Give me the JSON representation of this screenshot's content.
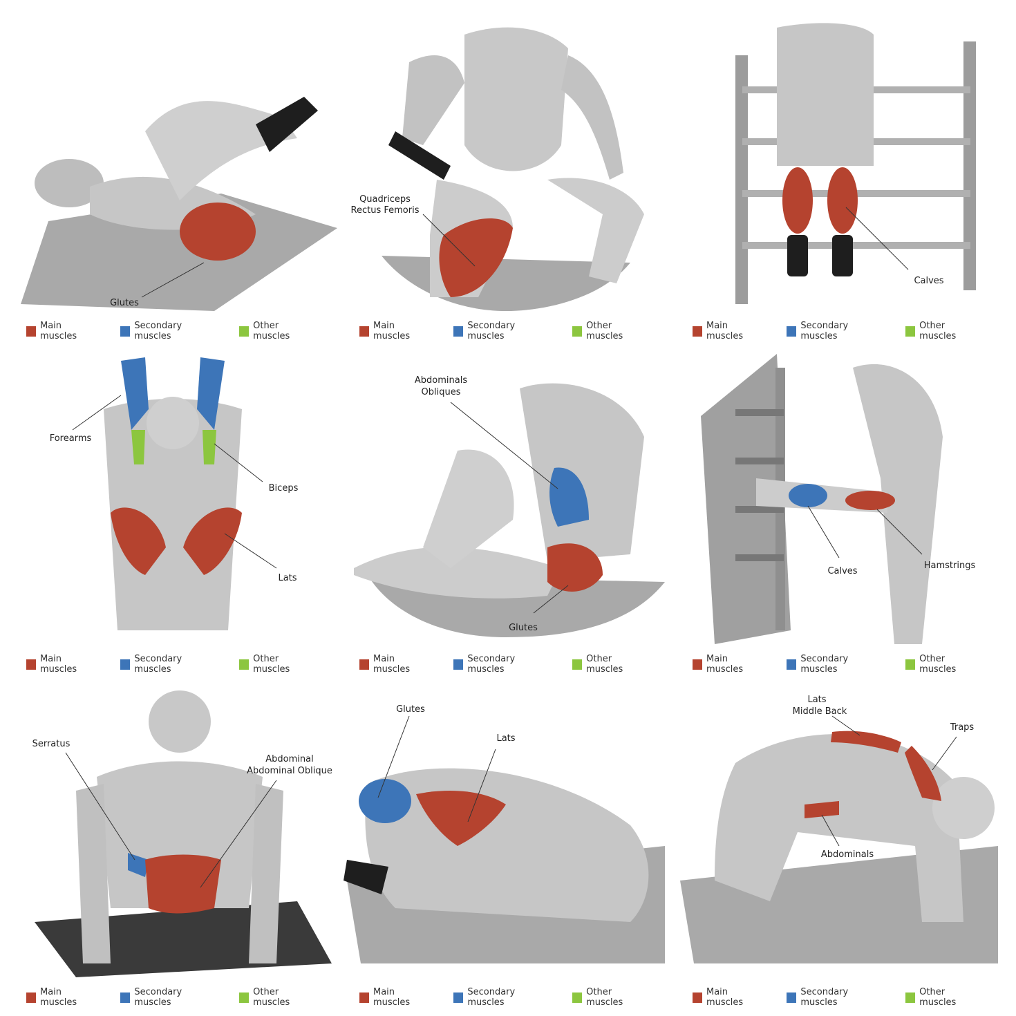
{
  "legend": {
    "main": "Main muscles",
    "secondary": "Secondary muscles",
    "other": "Other muscles",
    "colors": {
      "main": "#b5432f",
      "secondary": "#3d75b8",
      "other": "#8cc63f"
    }
  },
  "panels": [
    {
      "labels": [
        "Glutes"
      ]
    },
    {
      "labels": [
        "Quadriceps",
        "Rectus Femoris"
      ]
    },
    {
      "labels": [
        "Calves"
      ]
    },
    {
      "labels": [
        "Forearms",
        "Biceps",
        "Lats"
      ]
    },
    {
      "labels": [
        "Abdominals",
        "Obliques",
        "Glutes"
      ]
    },
    {
      "labels": [
        "Calves",
        "Hamstrings"
      ]
    },
    {
      "labels": [
        "Serratus",
        "Abdominal",
        "Abdominal Oblique"
      ]
    },
    {
      "labels": [
        "Glutes",
        "Lats"
      ]
    },
    {
      "labels": [
        "Lats",
        "Middle Back",
        "Traps",
        "Abdominals"
      ]
    }
  ]
}
